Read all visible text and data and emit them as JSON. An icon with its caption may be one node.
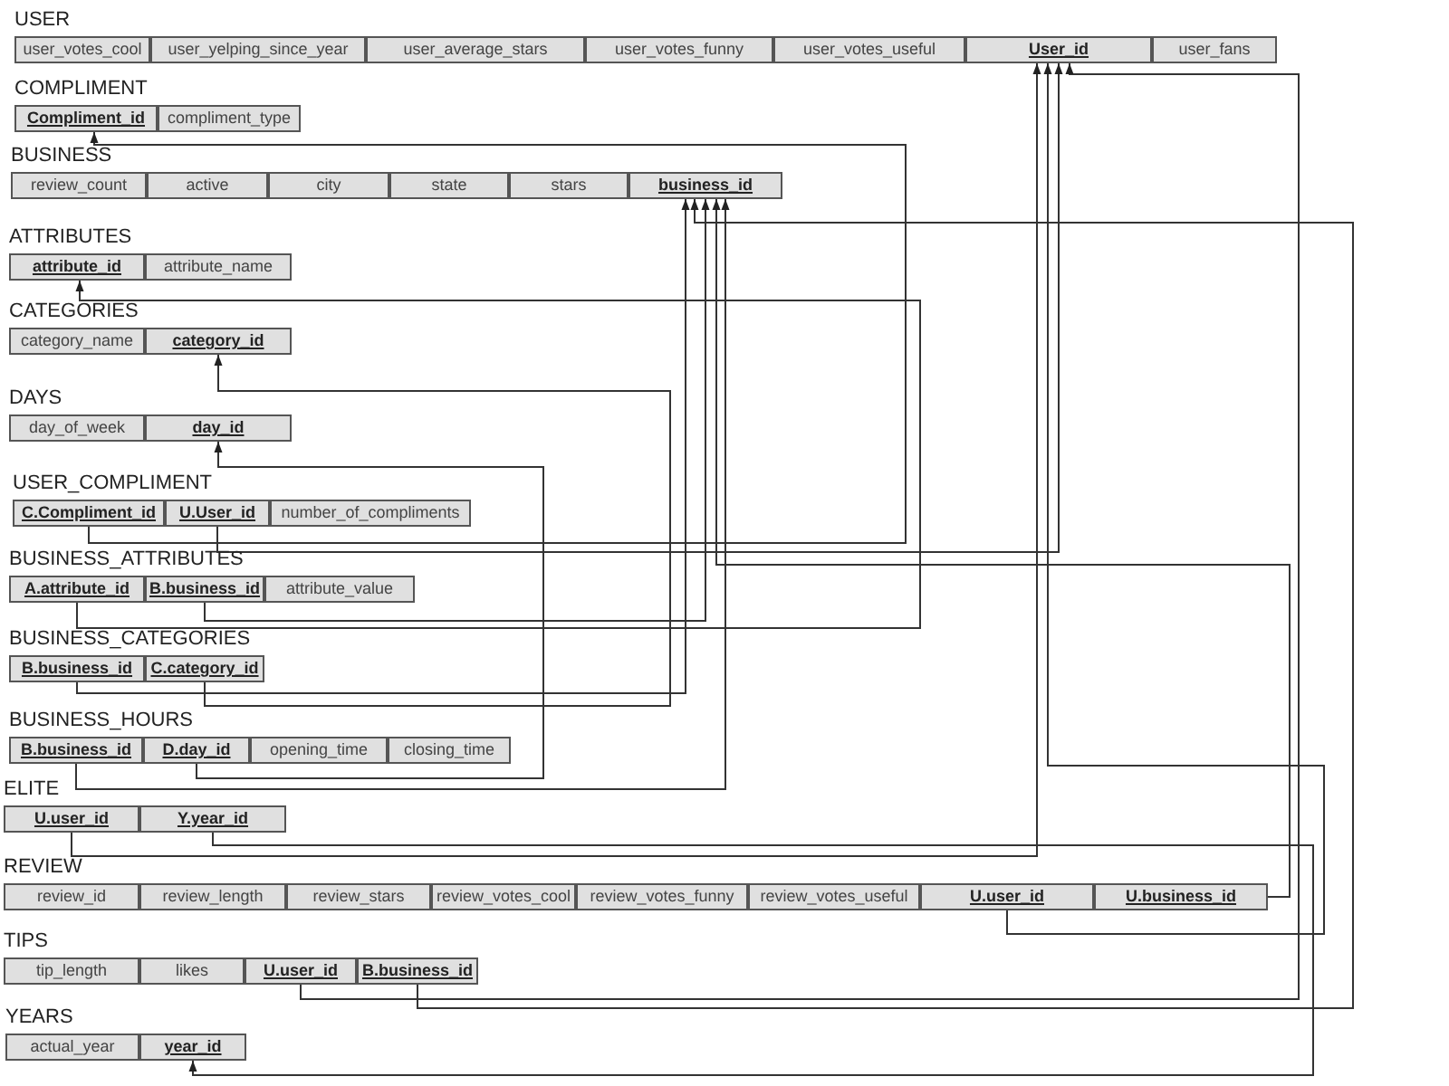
{
  "diagram": {
    "nodes": [
      {
        "text": [
          "USER"
        ]
      },
      {
        "text": [
          "user_votes_cool"
        ],
        "in": 0
      },
      {
        "text": [
          "user_yelping_since_year"
        ],
        "in": 0
      },
      {
        "text": [
          "user_average_stars"
        ],
        "in": 0
      },
      {
        "text": [
          "user_votes_funny"
        ],
        "in": 0
      },
      {
        "text": [
          "user_votes_useful"
        ],
        "in": 0
      },
      {
        "text": [
          "User_id"
        ],
        "in": 0
      },
      {
        "text": [
          "user_fans"
        ],
        "in": 0
      },
      {
        "text": [
          "COMPLIMENT"
        ]
      },
      {
        "text": [
          "Compliment_id"
        ],
        "in": 8
      },
      {
        "text": [
          "compliment_type"
        ],
        "in": 8
      },
      {
        "text": [
          "BUSINESS"
        ]
      },
      {
        "text": [
          "review_count"
        ],
        "in": 11
      },
      {
        "text": [
          "active"
        ],
        "in": 11
      },
      {
        "text": [
          "city"
        ],
        "in": 11
      },
      {
        "text": [
          "state"
        ],
        "in": 11
      },
      {
        "text": [
          "stars"
        ],
        "in": 11
      },
      {
        "text": [
          "business_id"
        ],
        "in": 11
      },
      {
        "text": [
          "ATTRIBUTES"
        ]
      },
      {
        "text": [
          "attribute_id"
        ],
        "in": 18
      },
      {
        "text": [
          "attribute_name"
        ],
        "in": 18
      },
      {
        "text": [
          "CATEGORIES"
        ]
      },
      {
        "text": [
          "category_name"
        ],
        "in": 21
      },
      {
        "text": [
          "category_id"
        ],
        "in": 21
      },
      {
        "text": [
          "DAYS"
        ]
      },
      {
        "text": [
          "day_of_week"
        ],
        "in": 24
      },
      {
        "text": [
          "day_id"
        ],
        "in": 24
      },
      {
        "text": [
          "USER_COMPLIMENT"
        ]
      },
      {
        "text": [
          "C.Compliment_id"
        ],
        "in": 27
      },
      {
        "text": [
          "U.User_id"
        ],
        "in": 27
      },
      {
        "text": [
          "number_of_compliments"
        ],
        "in": 27
      },
      {
        "text": [
          "BUSINESS_ATTRIBUTES"
        ]
      },
      {
        "text": [
          "A.attribute_id"
        ],
        "in": 31
      },
      {
        "text": [
          "B.business_id"
        ],
        "in": 31
      },
      {
        "text": [
          "attribute_value"
        ],
        "in": 31
      },
      {
        "text": [
          "BUSINESS_CATEGORIES"
        ]
      },
      {
        "text": [
          "B.business_id"
        ],
        "in": 35
      },
      {
        "text": [
          "C.category_id"
        ],
        "in": 35
      },
      {
        "text": [
          "BUSINESS_HOURS"
        ]
      },
      {
        "text": [
          "B.business_id"
        ],
        "in": 38
      },
      {
        "text": [
          "D.day_id"
        ],
        "in": 38
      },
      {
        "text": [
          "opening_time"
        ],
        "in": 38
      },
      {
        "text": [
          "closing_time"
        ],
        "in": 38
      },
      {
        "text": [
          "ELITE"
        ]
      },
      {
        "text": [
          "U.user_id"
        ],
        "in": 43
      },
      {
        "text": [
          "Y.year_id"
        ],
        "in": 43
      },
      {
        "text": [
          "REVIEW"
        ]
      },
      {
        "text": [
          "review_id"
        ],
        "in": 46
      },
      {
        "text": [
          "review_length"
        ],
        "in": 46
      },
      {
        "text": [
          "review_stars"
        ],
        "in": 46
      },
      {
        "text": [
          "review_votes_cool"
        ],
        "in": 46
      },
      {
        "text": [
          "review_votes_funny"
        ],
        "in": 46
      },
      {
        "text": [
          "review_votes_useful"
        ],
        "in": 46
      },
      {
        "text": [
          "U.user_id"
        ],
        "in": 46
      },
      {
        "text": [
          "U.business_id"
        ],
        "in": 46
      },
      {
        "text": [
          "TIPS"
        ]
      },
      {
        "text": [
          "tip_length"
        ],
        "in": 55
      },
      {
        "text": [
          "likes"
        ],
        "in": 55
      },
      {
        "text": [
          "U.user_id"
        ],
        "in": 55
      },
      {
        "text": [
          "B.business_id"
        ],
        "in": 55
      },
      {
        "text": [
          "YEARS"
        ]
      },
      {
        "text": [
          "actual_year"
        ],
        "in": 60
      },
      {
        "text": [
          "year_id"
        ],
        "in": 60
      }
    ],
    "edges": [
      {
        "from": 28,
        "to": 9,
        "arrow": "to"
      },
      {
        "from": 29,
        "to": 6,
        "arrow": "to"
      },
      {
        "from": 32,
        "to": 19,
        "arrow": "to"
      },
      {
        "from": 33,
        "to": 17,
        "arrow": "to"
      },
      {
        "from": 36,
        "to": 17,
        "arrow": "to"
      },
      {
        "from": 37,
        "to": 23,
        "arrow": "to"
      },
      {
        "from": 39,
        "to": 17,
        "arrow": "to"
      },
      {
        "from": 40,
        "to": 26,
        "arrow": "to"
      },
      {
        "from": 44,
        "to": 6,
        "arrow": "to"
      },
      {
        "from": 45,
        "to": 62,
        "arrow": "to"
      },
      {
        "from": 53,
        "to": 6,
        "arrow": "to"
      },
      {
        "from": 54,
        "to": 17,
        "arrow": "to"
      },
      {
        "from": 58,
        "to": 6,
        "arrow": "to"
      },
      {
        "from": 59,
        "to": 17,
        "arrow": "to"
      }
    ]
  }
}
